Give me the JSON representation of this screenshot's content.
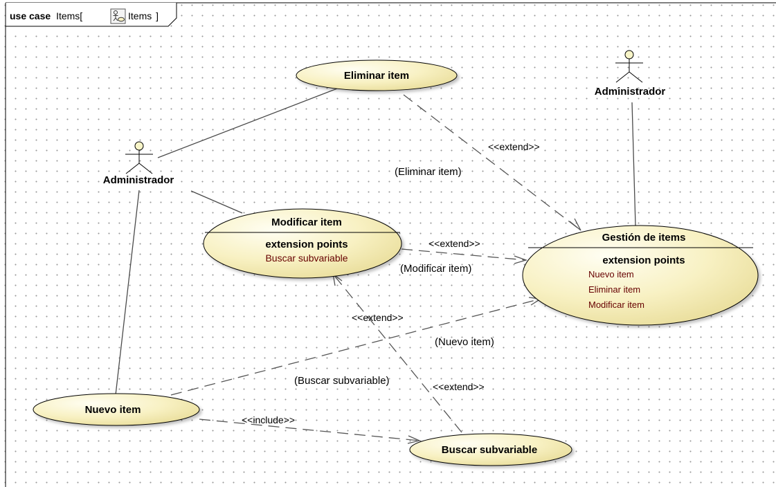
{
  "frame": {
    "keyword": "use case",
    "name": "Items[",
    "icon": "use-case-diagram-icon",
    "ref_name": "Items",
    "close": "]"
  },
  "actors": {
    "left": "Administrador",
    "right": "Administrador"
  },
  "use_cases": {
    "eliminar": "Eliminar item",
    "modificar": {
      "title": "Modificar item",
      "ep_title": "extension points",
      "ep_items": [
        "Buscar subvariable"
      ]
    },
    "gestion": {
      "title": "Gestión de items",
      "ep_title": "extension points",
      "ep_items": [
        "Nuevo item",
        "Eliminar item",
        "Modificar item"
      ]
    },
    "nuevo": "Nuevo item",
    "buscar": "Buscar subvariable"
  },
  "relations": {
    "ext_eliminar": "<<extend>>",
    "ext_eliminar_cond": "(Eliminar item)",
    "ext_modificar": "<<extend>>",
    "ext_modificar_cond": "(Modificar item)",
    "ext_nuevo": "<<extend>>",
    "ext_nuevo_cond": "(Nuevo item)",
    "ext_buscar": "<<extend>>",
    "ext_buscar_cond": "(Buscar subvariable)",
    "include": "<<include>>"
  },
  "colors": {
    "usecase_fill_light": "#fffde8",
    "usecase_fill_dark": "#f1e8a8",
    "ep_text": "#660000"
  }
}
